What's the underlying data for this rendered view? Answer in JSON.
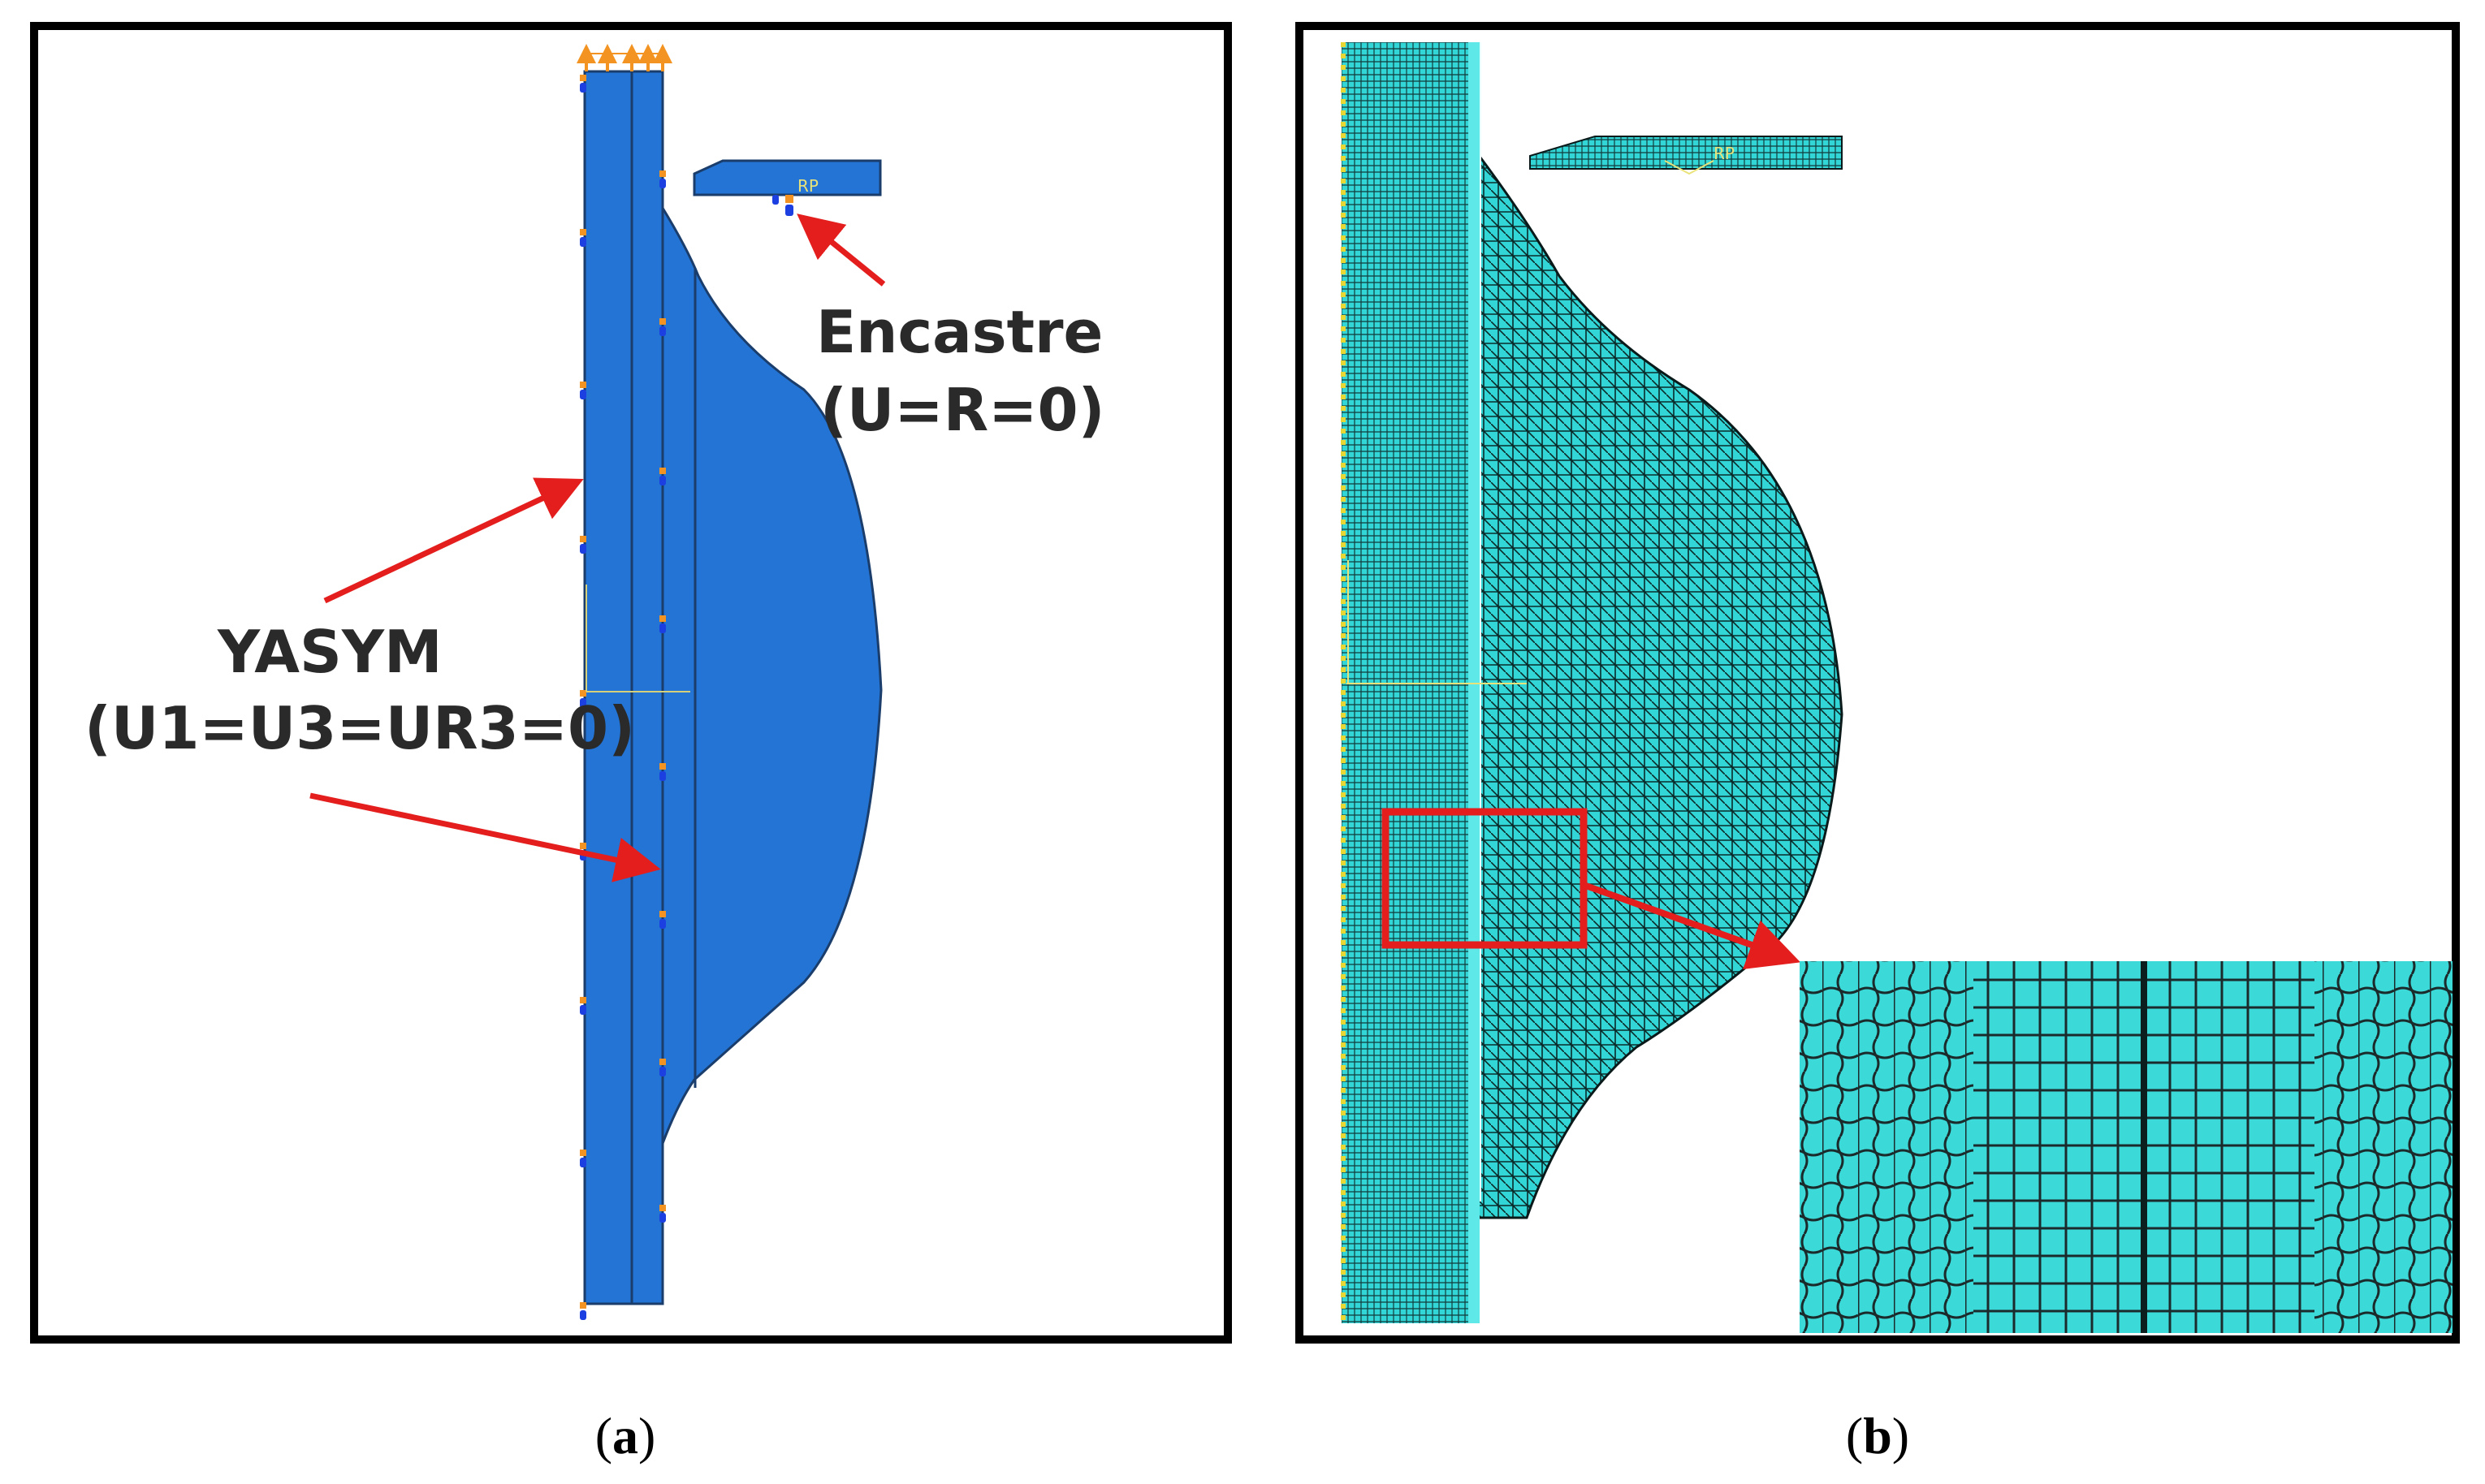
{
  "panel_a": {
    "annotations": {
      "encastre_title": "Encastre",
      "encastre_condition": "(U=R=0)",
      "yasym_title": "YASYM",
      "yasym_condition": "(U1=U3=UR3=0)",
      "rp_label": "RP"
    },
    "caption": {
      "open": "(",
      "letter": "a",
      "close": ")"
    }
  },
  "panel_b": {
    "annotations": {
      "rp_label": "RP"
    },
    "caption": {
      "open": "(",
      "letter": "b",
      "close": ")"
    }
  },
  "colors": {
    "model_fill": "#2374d4",
    "mesh_fill": "#33d6d6",
    "arrow_red": "#e41d1d",
    "load_orange": "#f39321",
    "bc_blue": "#1b3fe0"
  }
}
